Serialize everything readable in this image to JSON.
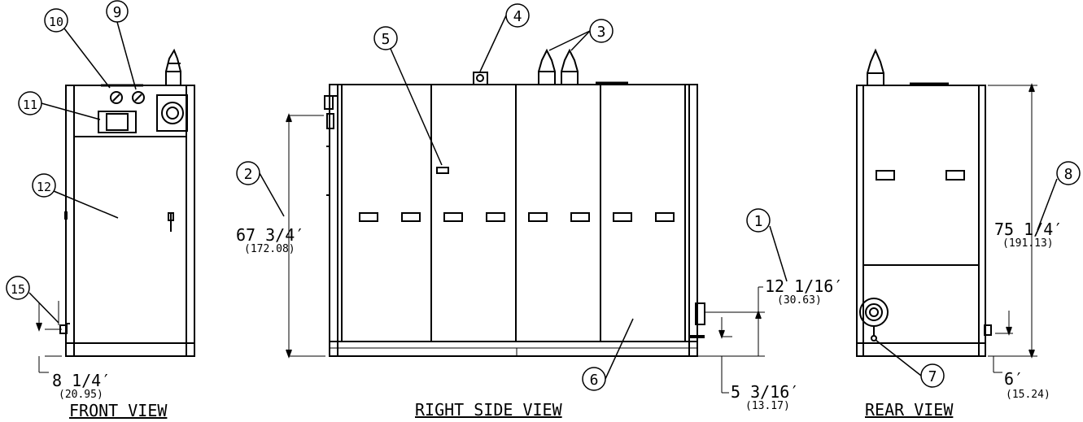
{
  "views": {
    "front": "FRONT VIEW",
    "side": "RIGHT SIDE VIEW",
    "rear": "REAR VIEW"
  },
  "balloons": [
    "1",
    "2",
    "3",
    "4",
    "5",
    "6",
    "7",
    "8",
    "9",
    "10",
    "11",
    "12",
    "15"
  ],
  "dimensions": {
    "front_bottom": {
      "main": "8 1/4′",
      "metric": "(20.95)"
    },
    "side_height": {
      "main": "67 3/4′",
      "metric": "(172.08)"
    },
    "side_outlet": {
      "main": "12 1/16′",
      "metric": "(30.63)"
    },
    "side_base": {
      "main": "5 3/16′",
      "metric": "(13.17)"
    },
    "rear_height": {
      "main": "75 1/4′",
      "metric": "(191.13)"
    },
    "rear_bottom": {
      "main": "6′",
      "metric": "(15.24)"
    }
  }
}
